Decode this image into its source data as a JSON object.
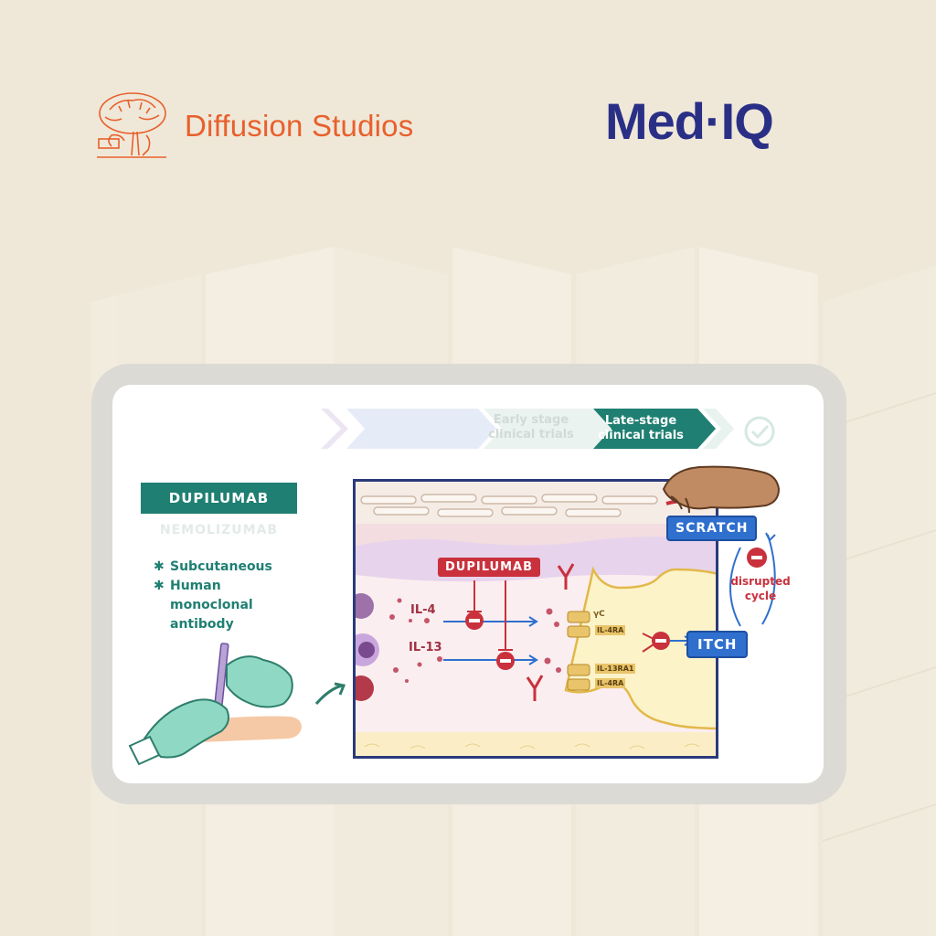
{
  "logos": {
    "diffusion_studios": "Diffusion Studios",
    "med_iq": "Med·IQ"
  },
  "stages": {
    "early": "Early stage clinical trials",
    "late": "Late-stage clinical trials",
    "approved_icon": "check-circle-icon"
  },
  "drugs": {
    "active": "DUPILUMAB",
    "faded": "NEMOLIZUMAB"
  },
  "properties": [
    "Subcutaneous",
    "Human monoclonal antibody"
  ],
  "diagram": {
    "drug_label": "DUPILUMAB",
    "il4": "IL-4",
    "il13": "IL-13",
    "gamma_c": "γC",
    "il4ra_top": "IL-4RA",
    "il13ra1": "IL-13RA1",
    "il4ra_bottom": "IL-4RA",
    "itch": "ITCH",
    "scratch": "SCRATCH",
    "disrupted_cycle": "disrupted cycle"
  },
  "colors": {
    "background": "#efe8d9",
    "teal": "#1f7f72",
    "brand_orange": "#e8602c",
    "brand_navy": "#2a2f86",
    "inhibit_red": "#c9313c",
    "pathway_blue": "#2f6fce"
  }
}
